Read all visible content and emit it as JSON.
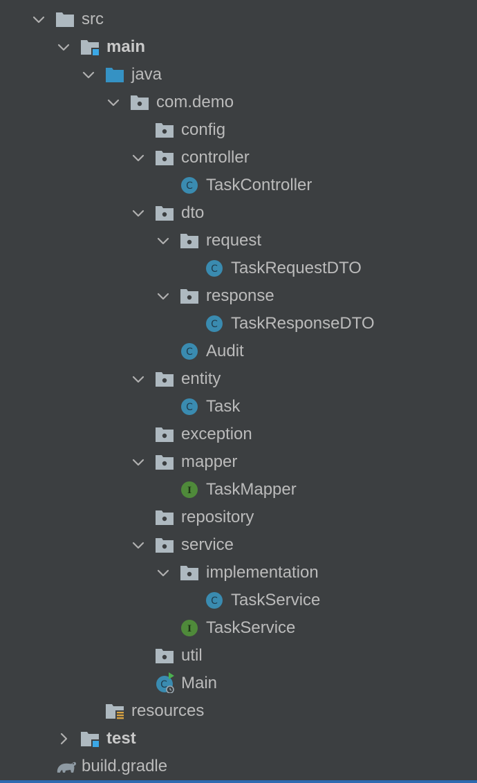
{
  "tree": {
    "rows": [
      {
        "label": "src",
        "expanded": true,
        "icon": "folder-icon"
      },
      {
        "label": "main",
        "expanded": true,
        "icon": "source-set-folder-icon"
      },
      {
        "label": "java",
        "expanded": true,
        "icon": "source-root-folder-icon"
      },
      {
        "label": "com.demo",
        "expanded": true,
        "icon": "package-icon"
      },
      {
        "label": "config",
        "icon": "package-icon"
      },
      {
        "label": "controller",
        "expanded": true,
        "icon": "package-icon"
      },
      {
        "label": "TaskController",
        "icon": "class-icon"
      },
      {
        "label": "dto",
        "expanded": true,
        "icon": "package-icon"
      },
      {
        "label": "request",
        "expanded": true,
        "icon": "package-icon"
      },
      {
        "label": "TaskRequestDTO",
        "icon": "class-icon"
      },
      {
        "label": "response",
        "expanded": true,
        "icon": "package-icon"
      },
      {
        "label": "TaskResponseDTO",
        "icon": "class-icon"
      },
      {
        "label": "Audit",
        "icon": "class-icon"
      },
      {
        "label": "entity",
        "expanded": true,
        "icon": "package-icon"
      },
      {
        "label": "Task",
        "icon": "class-icon"
      },
      {
        "label": "exception",
        "icon": "package-icon"
      },
      {
        "label": "mapper",
        "expanded": true,
        "icon": "package-icon"
      },
      {
        "label": "TaskMapper",
        "icon": "interface-icon"
      },
      {
        "label": "repository",
        "icon": "package-icon"
      },
      {
        "label": "service",
        "expanded": true,
        "icon": "package-icon"
      },
      {
        "label": "implementation",
        "expanded": true,
        "icon": "package-icon"
      },
      {
        "label": "TaskService",
        "icon": "class-icon"
      },
      {
        "label": "TaskService",
        "icon": "interface-icon"
      },
      {
        "label": "util",
        "icon": "package-icon"
      },
      {
        "label": "Main",
        "icon": "spring-boot-main-class-icon"
      },
      {
        "label": "resources",
        "icon": "resources-folder-icon"
      },
      {
        "label": "test",
        "expanded": false,
        "icon": "source-set-folder-icon"
      },
      {
        "label": "build.gradle",
        "icon": "gradle-elephant-icon"
      }
    ]
  },
  "colors": {
    "background": "#3c3f41",
    "text": "#bbbbbb",
    "folder": "#aeb9c0",
    "source_root": "#3592c4",
    "class_circle": "#3a8bb0",
    "interface_circle": "#4f8a3a",
    "selection_bar": "#2d6ab0"
  }
}
